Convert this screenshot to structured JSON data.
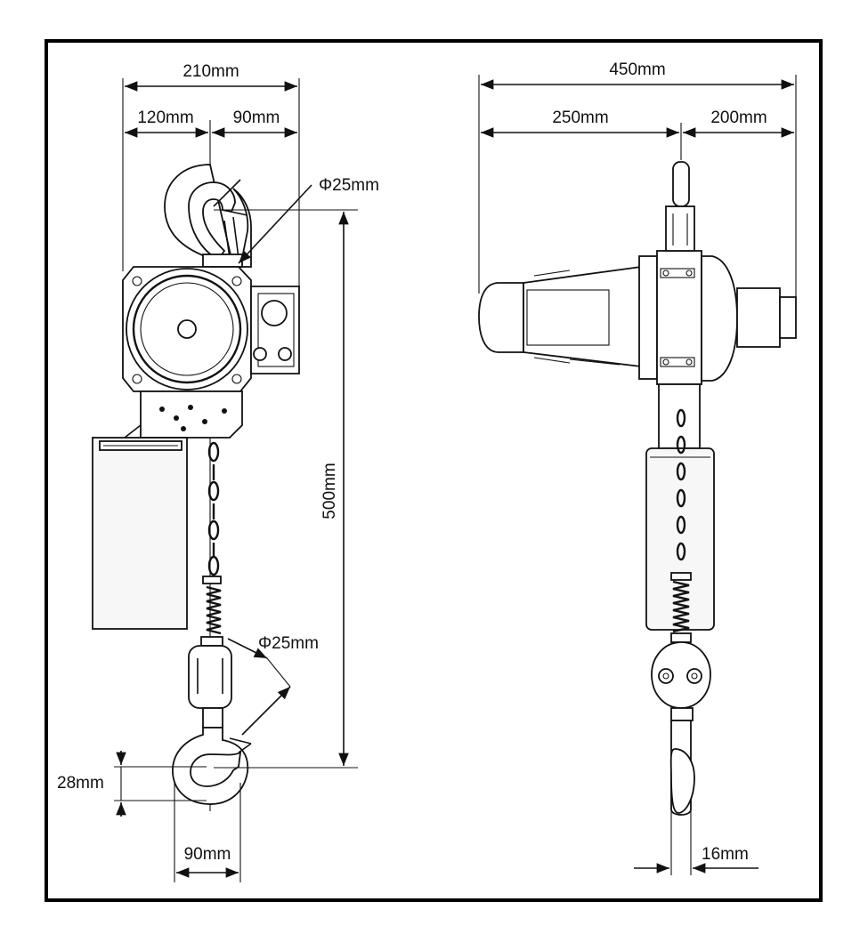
{
  "dimensions": {
    "left_total_width": "210mm",
    "left_hook_side": "120mm",
    "left_body_side": "90mm",
    "top_hook_diameter": "Φ25mm",
    "lift_height": "500mm",
    "bottom_hook_diameter": "Φ25mm",
    "hook_throat": "28mm",
    "hook_width": "90mm",
    "right_total_width": "450mm",
    "right_motor_side": "250mm",
    "right_gear_side": "200mm",
    "hook_thickness": "16mm"
  },
  "colors": {
    "line": "#111111",
    "frame": "#000000",
    "background": "#ffffff"
  }
}
